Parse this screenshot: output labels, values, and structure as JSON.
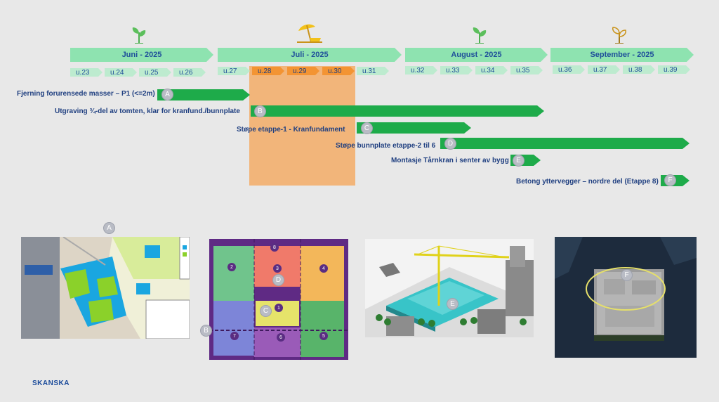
{
  "months": [
    "Juni - 2025",
    "Juli - 2025",
    "August - 2025",
    "September - 2025"
  ],
  "weeks": [
    "u.23",
    "u.24",
    "u.25",
    "u.26",
    "u.27",
    "u.28",
    "u.29",
    "u.30",
    "u.31",
    "u.32",
    "u.33",
    "u.34",
    "u.35",
    "u.36",
    "u.37",
    "u.38",
    "u.39"
  ],
  "highlighted_weeks": [
    "u.28",
    "u.29",
    "u.30"
  ],
  "tasks": [
    {
      "label": "Fjerning forurensede masser – P1 (<=2m)",
      "badge": "A"
    },
    {
      "label": "Utgraving ¾-del av tomten, klar for kranfund./bunnplate",
      "badge": "B"
    },
    {
      "label": "Støpe etappe-1 - Kranfundament",
      "badge": "C"
    },
    {
      "label": "Støpe bunnplate etappe-2 til 6",
      "badge": "D"
    },
    {
      "label": "Montasje Tårnkran i senter av bygg",
      "badge": "E"
    },
    {
      "label": "Betong yttervegger – nordre del (Etappe 8)",
      "badge": "F"
    }
  ],
  "panel_badges": {
    "p1": "A",
    "p2_left": "B",
    "p2_c": "C",
    "p2_d": "D",
    "p3": "E",
    "p4": "F"
  },
  "zone_numbers": [
    "8",
    "2",
    "3",
    "4",
    "1",
    "7",
    "6",
    "5"
  ],
  "logo": "SKANSKA",
  "colors": {
    "month_arrow": "#8ee3b0",
    "week_arrow": "#bdebcf",
    "highlight": "#f39433",
    "bar": "#1eab4a",
    "text": "#1f3f80"
  }
}
